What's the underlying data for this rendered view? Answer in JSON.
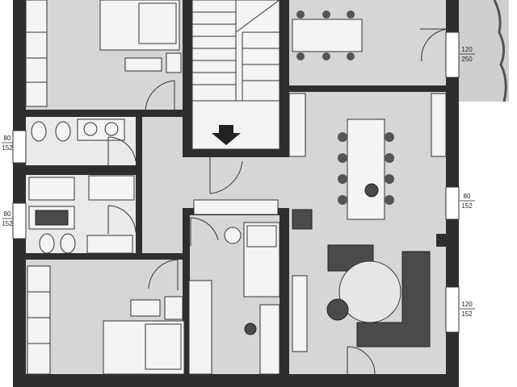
{
  "window_dims": [
    {
      "top": "80",
      "bottom": "152"
    },
    {
      "top": "80",
      "bottom": "152"
    },
    {
      "top": "120",
      "bottom": "250"
    },
    {
      "top": "80",
      "bottom": "152"
    },
    {
      "top": "120",
      "bottom": "152"
    }
  ]
}
